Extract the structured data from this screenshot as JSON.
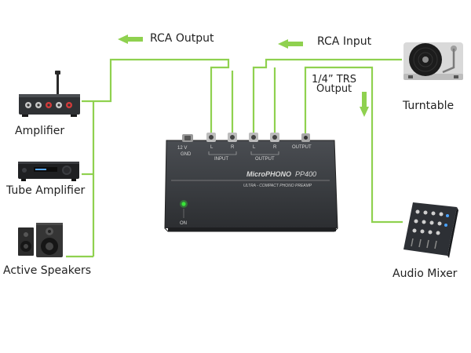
{
  "diagram": {
    "signals": {
      "rca_output": "RCA Output",
      "rca_input": "RCA Input",
      "trs_output_line1": "1/4” TRS",
      "trs_output_line2": "Output"
    },
    "devices": {
      "amplifier": "Amplifier",
      "tube_amplifier": "Tube Amplifier",
      "active_speakers": "Active Speakers",
      "turntable": "Turntable",
      "audio_mixer": "Audio Mixer"
    },
    "preamp": {
      "power_label": "12 V",
      "gnd_label": "GND",
      "input_label": "INPUT",
      "output_group_label": "OUTPUT",
      "output_label": "OUTPUT",
      "l_label": "L",
      "r_label": "R",
      "brand": "MicroPHONO",
      "model": "PP400",
      "subtitle": "ULTRA - COMPACT PHONO PREAMP",
      "on_label": "ON"
    },
    "colors": {
      "wire": "#8fd14f",
      "body": "#3b3e42",
      "led": "#39e639"
    }
  }
}
